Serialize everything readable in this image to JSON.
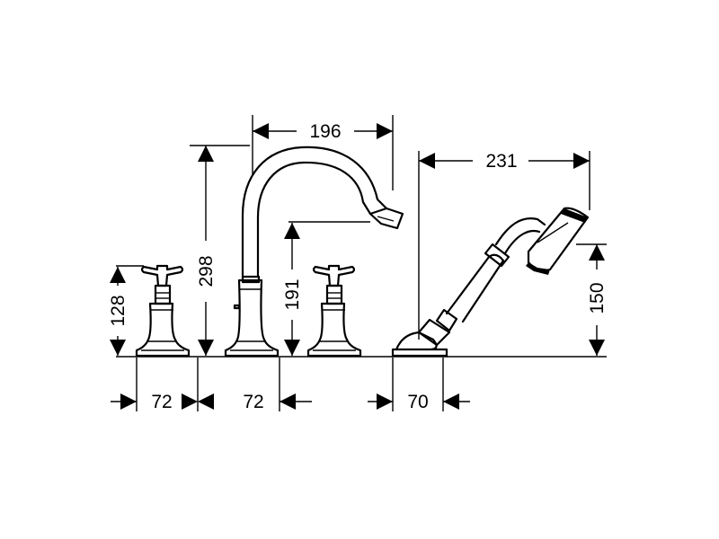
{
  "dimensions": {
    "spout_reach": "196",
    "spout_height": "298",
    "spout_outlet_height": "191",
    "handle_height": "128",
    "hand_shower_length": "231",
    "hand_shower_height": "150",
    "spacing_left": "72",
    "spacing_right": "72",
    "spacing_shower": "70"
  }
}
